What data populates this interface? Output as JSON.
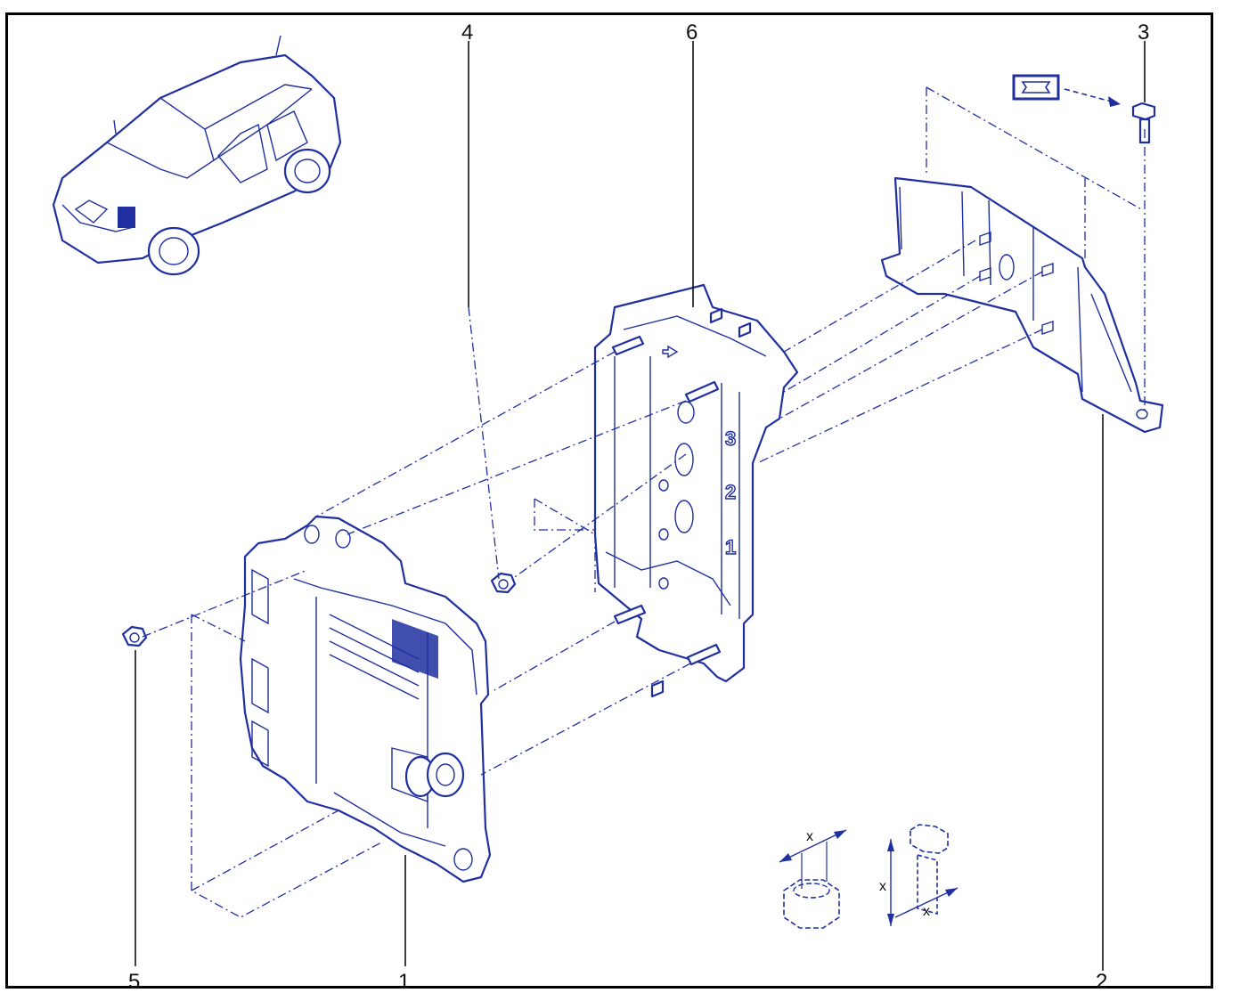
{
  "diagram": {
    "callouts": [
      {
        "id": "1",
        "label": "1"
      },
      {
        "id": "2",
        "label": "2"
      },
      {
        "id": "3",
        "label": "3"
      },
      {
        "id": "4",
        "label": "4"
      },
      {
        "id": "5",
        "label": "5"
      },
      {
        "id": "6",
        "label": "6"
      }
    ],
    "stamped_numbers": [
      "3",
      "2",
      "1"
    ],
    "dimension_label": "x",
    "colors": {
      "line": "#1f2fa0",
      "text": "#111111",
      "frame": "#000000",
      "fill": "#ffffff"
    }
  }
}
